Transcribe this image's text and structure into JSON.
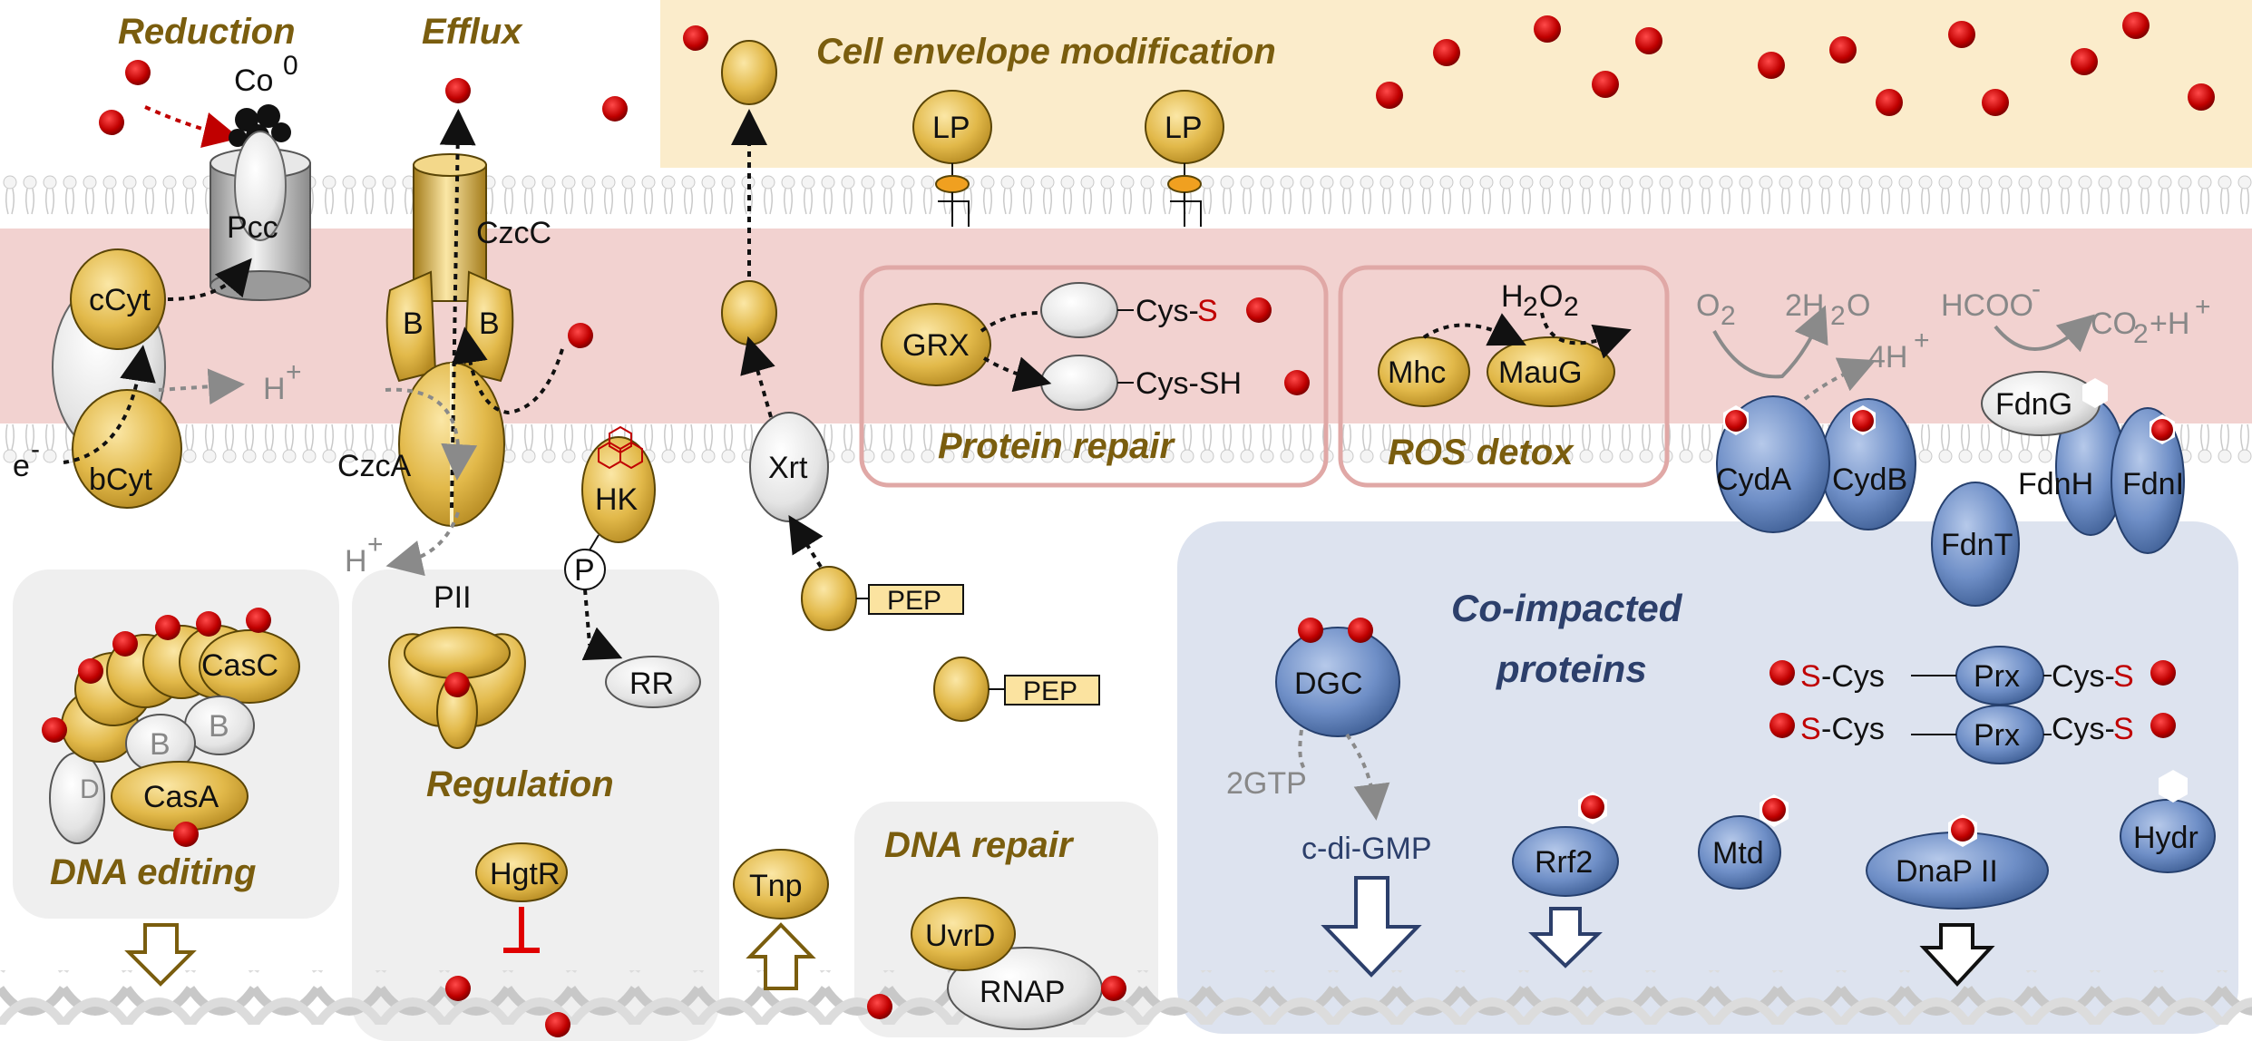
{
  "sections": {
    "reduction": "Reduction",
    "efflux": "Efflux",
    "cell_envelope": "Cell envelope modification",
    "protein_repair": "Protein repair",
    "ros_detox": "ROS detox",
    "dna_editing": "DNA editing",
    "regulation": "Regulation",
    "dna_repair": "DNA repair",
    "co_impacted_line1": "Co-impacted",
    "co_impacted_line2": "proteins"
  },
  "labels": {
    "co0": "Co",
    "co0_sup": "0",
    "pcc": "Pcc",
    "ccyt": "cCyt",
    "bcyt": "bCyt",
    "electron": "e",
    "electron_sup": "-",
    "proton1": "H",
    "proton1_sup": "+",
    "proton2": "H",
    "proton2_sup": "+",
    "czcc": "CzcC",
    "czca": "CzcA",
    "czc_b_left": "B",
    "czc_b_right": "B",
    "hk": "HK",
    "p": "P",
    "rr": "RR",
    "pii": "PII",
    "hgtr": "HgtR",
    "lp1": "LP",
    "lp2": "LP",
    "xrt": "Xrt",
    "pep1": "PEP",
    "pep2": "PEP",
    "tnp": "Tnp",
    "grx": "GRX",
    "cys_s": "Cys-",
    "cys_s_red": "S",
    "cys_sh": "Cys-SH",
    "h2o2": "H",
    "h2o2_sub1": "2",
    "h2o2_o": "O",
    "h2o2_sub2": "2",
    "mhc": "Mhc",
    "maug": "MauG",
    "o2": "O",
    "o2_sub": "2",
    "h2o": "2H",
    "h2o_sub": "2",
    "h2o_o": "O",
    "h4": "4H",
    "h4_sup": "+",
    "hcoo": "HCOO",
    "hcoo_sup": "-",
    "co2": "CO",
    "co2_sub": "2",
    "co2_h": "+H",
    "co2_sup": "+",
    "cyda": "CydA",
    "cydb": "CydB",
    "fdng": "FdnG",
    "fdnh": "FdnH",
    "fdni": "FdnI",
    "fdnt": "FdnT",
    "casc": "CasC",
    "cas_b1": "B",
    "cas_b2": "B",
    "cas_d": "D",
    "casa": "CasA",
    "uvrd": "UvrD",
    "rnap": "RNAP",
    "dgc": "DGC",
    "gtp": "2GTP",
    "cdigmp": "c-di-GMP",
    "rrf2": "Rrf2",
    "mtd": "Mtd",
    "dnap": "DnaP II",
    "hydr": "Hydr",
    "prx1": "Prx",
    "prx2": "Prx",
    "s_red_1": "S",
    "cys_1": "-Cys",
    "cys_2": "Cys-",
    "s_red_2": "S",
    "s_red_3": "S",
    "cys_3": "-Cys",
    "cys_4": "Cys-",
    "s_red_4": "S"
  },
  "colors": {
    "gold": "#e2b94a",
    "gold_dark": "#8a6a10",
    "blue_protein": "#6f8fc7",
    "blue_panel": "#dde3ef",
    "membrane_pink": "#f2d2d0",
    "envelope_bg": "#fbeccb",
    "cobalt": "#c00000",
    "grey_panel": "#efefef",
    "text_dark_gold": "#7a5d0e",
    "text_blue": "#2c3f6b"
  },
  "icons": {
    "cobalt_ion": "red-dot",
    "arrow": "dotted-arrow",
    "inhibition": "red-t-bar"
  }
}
